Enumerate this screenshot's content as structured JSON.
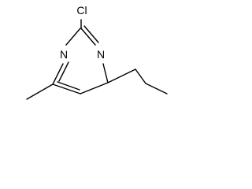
{
  "molecule": {
    "atoms": {
      "chlorine": "Cl",
      "nitrogen_left": "N",
      "nitrogen_right": "N"
    },
    "colors": {
      "bond": "#000000",
      "label": "#000000",
      "background": "#ffffff"
    }
  }
}
